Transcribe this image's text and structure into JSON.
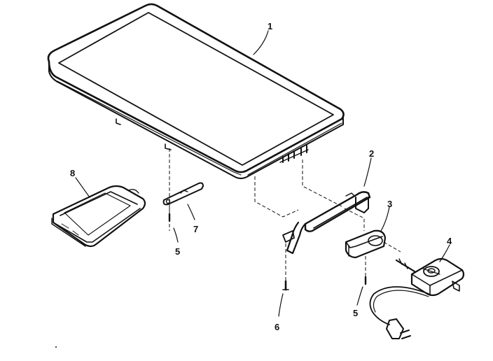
{
  "diagram": {
    "callouts": {
      "c1": "1",
      "c2": "2",
      "c3": "3",
      "c4": "4",
      "c5a": "5",
      "c5b": "5",
      "c6": "6",
      "c7": "7",
      "c8": "8"
    },
    "colors": {
      "ink": "#111111",
      "paper": "#ffffff"
    }
  }
}
